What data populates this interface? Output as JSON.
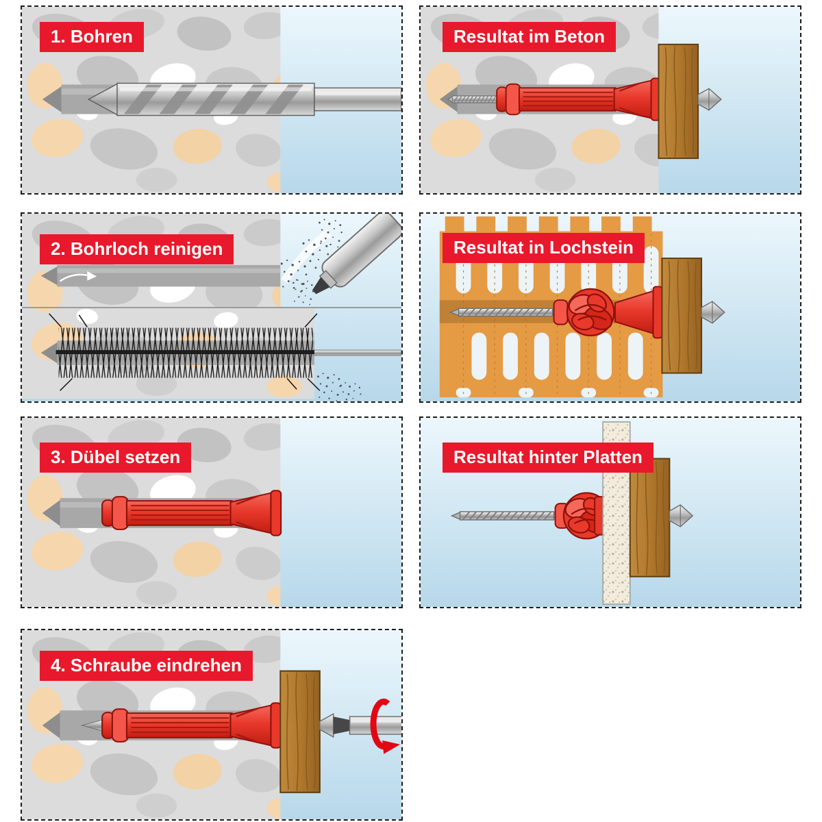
{
  "colors": {
    "label-bg": "#e8192c",
    "label-text": "#ffffff",
    "anchor-red": "#e8392b",
    "anchor-red-dark": "#8e120b",
    "wood-brown": "#b0782d",
    "brick-orange": "#e59a44",
    "sky-blue": "#bcdcee",
    "concrete-gray": "#dcdcdc",
    "stone-peach": "#f6d6ac",
    "steel-gray": "#9e9e9e"
  },
  "panels": {
    "step1": {
      "label": "1. Bohren",
      "illustration": "drill-bit-drilling-hole-in-concrete"
    },
    "step2": {
      "label": "2. Bohrloch reinigen",
      "illustration": "blow-pump-and-steel-brush-cleaning-hole"
    },
    "step3": {
      "label": "3. Dübel setzen",
      "illustration": "red-anchor-inserted-in-hole"
    },
    "step4": {
      "label": "4. Schraube eindrehen",
      "illustration": "screw-driven-through-wood-with-screwdriver"
    },
    "result_concrete": {
      "label": "Resultat im Beton",
      "illustration": "anchor-expanded-in-solid-concrete"
    },
    "result_brick": {
      "label": "Resultat in Lochstein",
      "illustration": "anchor-knotted-inside-hollow-brick"
    },
    "result_panel": {
      "label": "Resultat hinter Platten",
      "illustration": "anchor-knotted-behind-board-panel"
    }
  }
}
